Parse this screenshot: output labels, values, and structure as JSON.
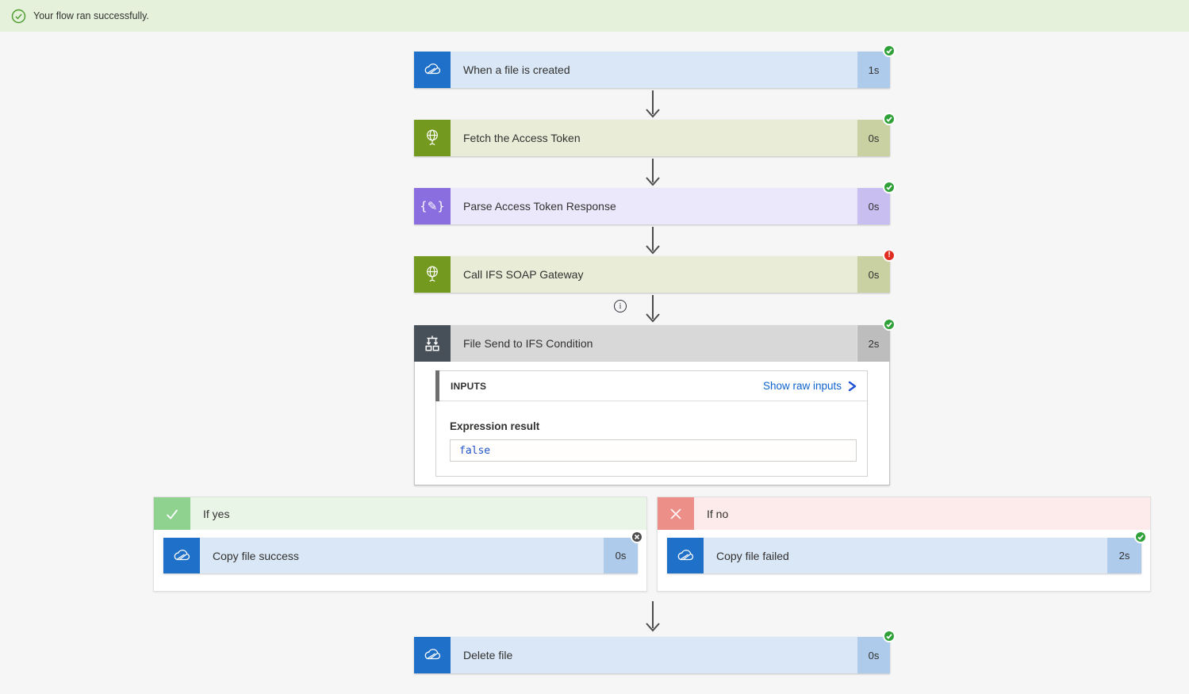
{
  "banner": {
    "text": "Your flow ran successfully."
  },
  "cards": {
    "trigger": {
      "title": "When a file is created",
      "duration": "1s",
      "status": "success",
      "icon": "onedrive-cloud-icon"
    },
    "fetch_token": {
      "title": "Fetch the Access Token",
      "duration": "0s",
      "status": "success",
      "icon": "http-globe-icon"
    },
    "parse_token": {
      "title": "Parse Access Token Response",
      "duration": "0s",
      "status": "success",
      "icon": "json-braces-pencil-icon"
    },
    "soap_call": {
      "title": "Call IFS SOAP Gateway",
      "duration": "0s",
      "status": "error",
      "icon": "http-globe-icon"
    },
    "condition": {
      "title": "File Send to IFS Condition",
      "duration": "2s",
      "status": "success",
      "icon": "condition-branch-icon"
    },
    "copy_success": {
      "title": "Copy file success",
      "duration": "0s",
      "status": "skipped",
      "icon": "onedrive-cloud-icon"
    },
    "copy_failed": {
      "title": "Copy file failed",
      "duration": "2s",
      "status": "success",
      "icon": "onedrive-cloud-icon"
    },
    "delete_file": {
      "title": "Delete file",
      "duration": "0s",
      "status": "success",
      "icon": "onedrive-cloud-icon"
    }
  },
  "condition_panel": {
    "inputs_label": "INPUTS",
    "show_raw_link": "Show raw inputs",
    "expression_label": "Expression result",
    "expression_value": "false"
  },
  "branches": {
    "yes_label": "If yes",
    "no_label": "If no"
  },
  "colors": {
    "page_bg": "#F6F6F6",
    "banner_bg": "#E5F1DA",
    "banner_icon": "#4A9D2D",
    "onedrive": "#1F70C8",
    "onedrive_body": "#DAE7F6",
    "onedrive_dur": "#AFCBEB",
    "http": "#73991F",
    "http_body": "#E9EDD8",
    "http_dur": "#C9D1A3",
    "json": "#8A6EE0",
    "json_body": "#ECE8FB",
    "json_dur": "#C9BEF0",
    "condition": "#474F58",
    "condition_body": "#D8D8D8",
    "condition_dur": "#BDBDBD",
    "success": "#2FA138",
    "error": "#E02D22",
    "skipped": "#4D4D4D",
    "yes_strip": "#E9F5E7",
    "yes_icon": "#8FD18F",
    "no_strip": "#FDEBEB",
    "no_icon": "#EC8F88",
    "link": "#0E63CE",
    "chevron": "#2053D4",
    "code_blue": "#2053C8",
    "arrow": "#4C4C4C"
  }
}
